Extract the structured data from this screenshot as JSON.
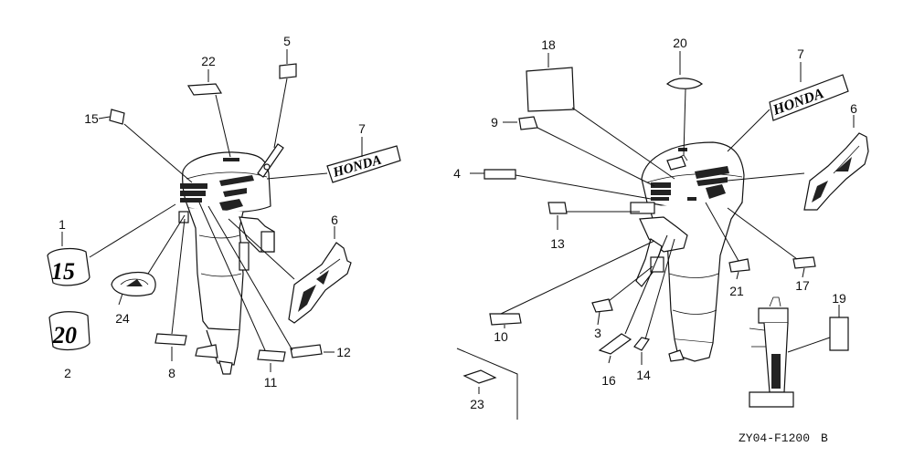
{
  "callouts": {
    "c1": "1",
    "c2": "2",
    "c3": "3",
    "c4": "4",
    "c5": "5",
    "c6": "6",
    "c7": "7",
    "c8": "8",
    "c9": "9",
    "c10": "10",
    "c11": "11",
    "c12": "12",
    "c13": "13",
    "c14": "14",
    "c15": "15",
    "c16": "16",
    "c17": "17",
    "c18": "18",
    "c19": "19",
    "c20": "20",
    "c21": "21",
    "c22": "22",
    "c23": "23",
    "c24": "24"
  },
  "decals": {
    "honda_text": "HONDA",
    "model_15": "15",
    "model_20": "20"
  },
  "drawing_code": "ZY04-F1200",
  "drawing_rev": "B"
}
